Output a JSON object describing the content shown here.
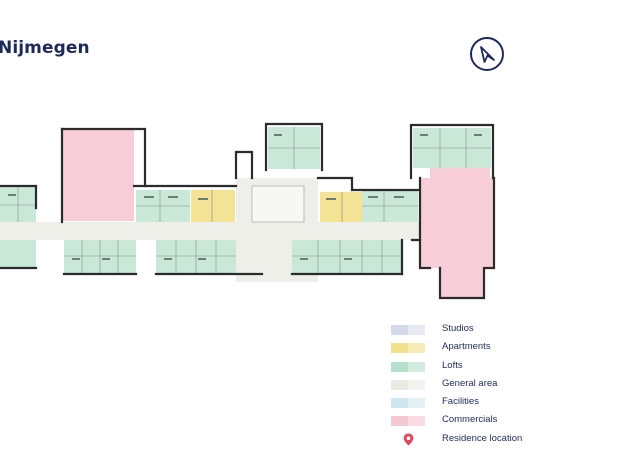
{
  "header": {
    "title": "Nijmegen",
    "compass_icon": "navigation-arrow-icon"
  },
  "legend": {
    "items": [
      {
        "label": "Studios",
        "color_dark": "#d5d9ea",
        "color_light": "#e7e9f3"
      },
      {
        "label": "Apartments",
        "color_dark": "#f3e08c",
        "color_light": "#f8ecb6"
      },
      {
        "label": "Lofts",
        "color_dark": "#b6e0cb",
        "color_light": "#d4ecdf"
      },
      {
        "label": "General area",
        "color_dark": "#e9ebe3",
        "color_light": "#f2f3ee"
      },
      {
        "label": "Facilities",
        "color_dark": "#cde6ef",
        "color_light": "#e2f0f5"
      },
      {
        "label": "Commercials",
        "color_dark": "#f6c8d3",
        "color_light": "#fadbe2"
      }
    ],
    "residence": {
      "label": "Residence location",
      "icon": "map-pin-icon",
      "color": "#e04a5c"
    }
  },
  "colors": {
    "navy": "#1f2a5c",
    "wall": "#2b2b2b",
    "loft": "#c9e8d8",
    "apartment": "#f4e295",
    "general": "#eeefe9",
    "commercial": "#f7cdd7"
  }
}
